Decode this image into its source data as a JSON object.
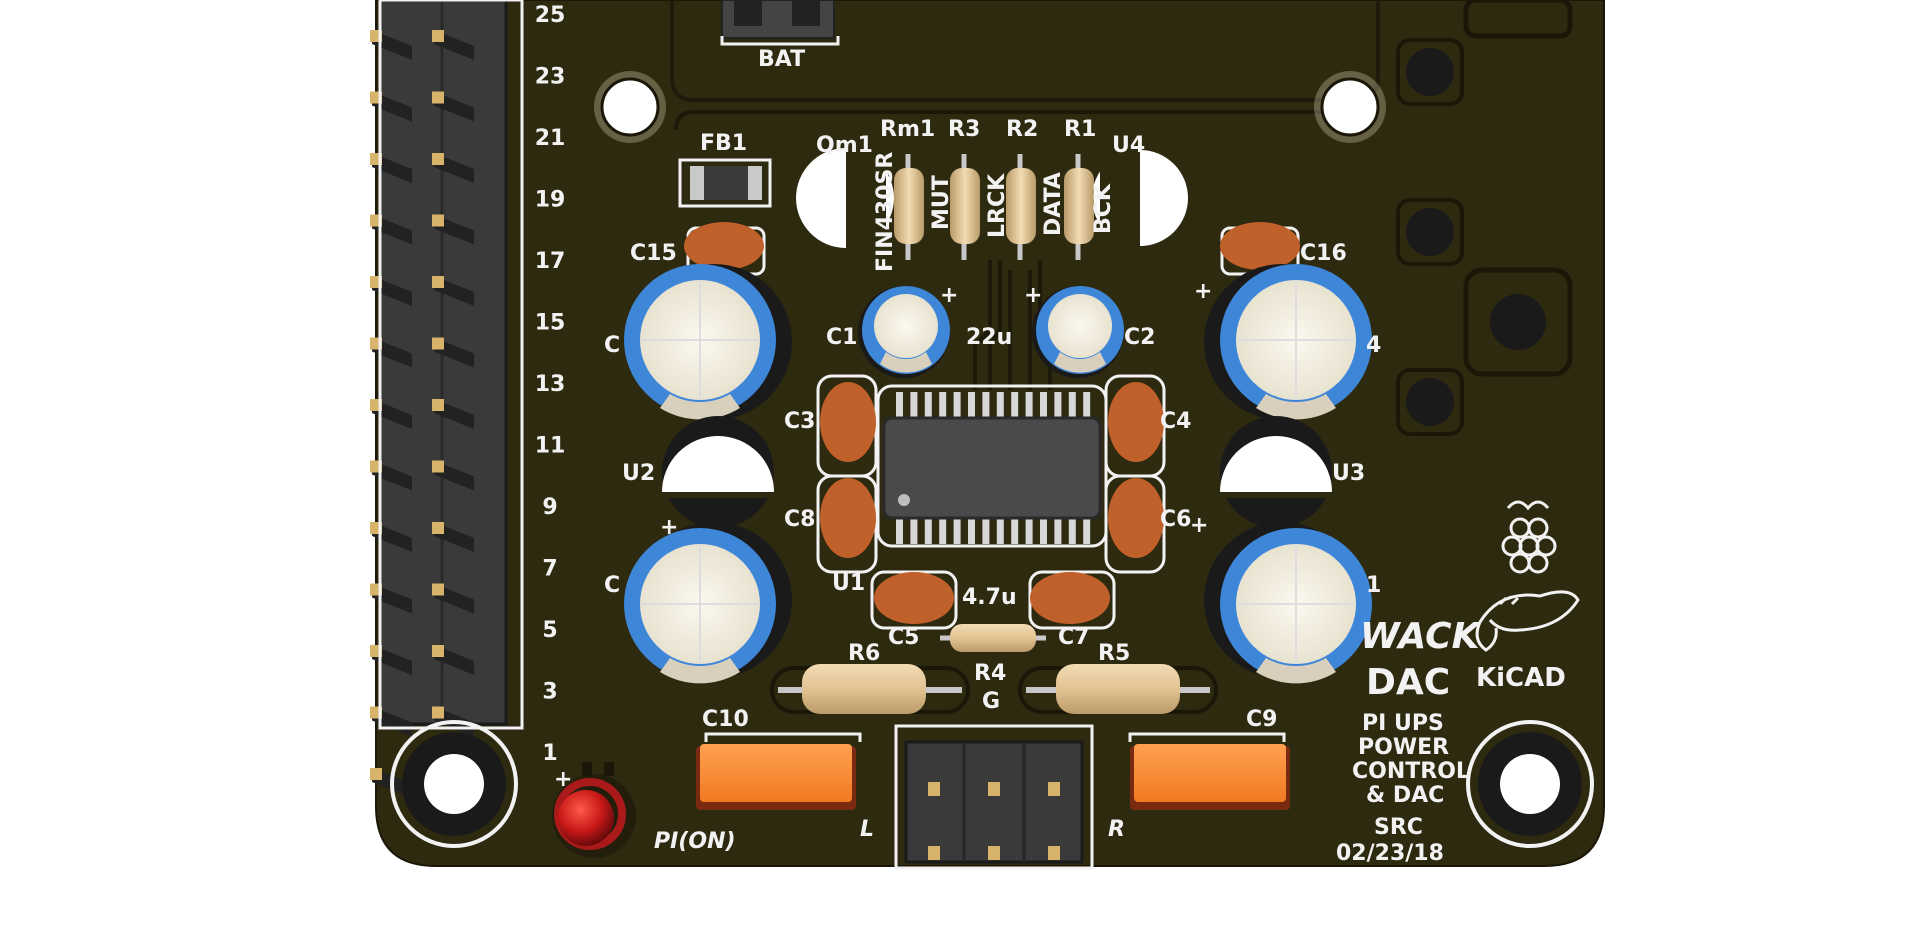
{
  "board": {
    "colors": {
      "pcb": "#2e2a10",
      "silkscreen": "#f2f2f2",
      "copper_pad": "#d7b46a",
      "capacitor_ceramic": "#c0602a",
      "electrolytic_blue": "#3d86d8",
      "led_red": "#c81818",
      "header_black": "#1e1e1e",
      "resistor_body": "#e2c392"
    },
    "pin_numbers": [
      "25",
      "23",
      "21",
      "19",
      "17",
      "15",
      "13",
      "11",
      "9",
      "7",
      "5",
      "3",
      "1"
    ],
    "labels": {
      "bat": "BAT",
      "fb1": "FB1",
      "qm1": "Qm1",
      "rm1": "Rm1",
      "r3": "R3",
      "r2": "R2",
      "r1": "R1",
      "u4": "U4",
      "c15": "C15",
      "c16": "C16",
      "c1": "C1",
      "c2": "C2",
      "c_left_upper": "C",
      "c_right_upper": "4",
      "val_22u": "22u",
      "c3": "C3",
      "c4": "C4",
      "c8": "C8",
      "c6": "C6",
      "u2": "U2",
      "u3": "U3",
      "c_left_lower": "C",
      "c_right_lower": "1",
      "u1": "U1",
      "val_47u": "4.7u",
      "c5": "C5",
      "c7": "C7",
      "r6": "R6",
      "r5": "R5",
      "r4": "R4",
      "g": "G",
      "c10": "C10",
      "c9": "C9",
      "l": "L",
      "r": "R",
      "pi_on": "PI(ON)",
      "plus": "+"
    },
    "resistor_values": {
      "fin": "FIN430SR",
      "mut": "MUT",
      "lrck": "LRCK",
      "data": "DATA",
      "bck": "BCK"
    },
    "branding": {
      "line1": "WACK",
      "line2": "DAC",
      "kicad": "KiCAD"
    },
    "description": [
      "PI UPS",
      "POWER",
      "CONTROL",
      "& DAC"
    ],
    "footer": {
      "src": "SRC",
      "date": "02/23/18"
    },
    "icons": [
      "raspberry-pi-logo-icon",
      "kicad-whale-logo-icon"
    ]
  }
}
